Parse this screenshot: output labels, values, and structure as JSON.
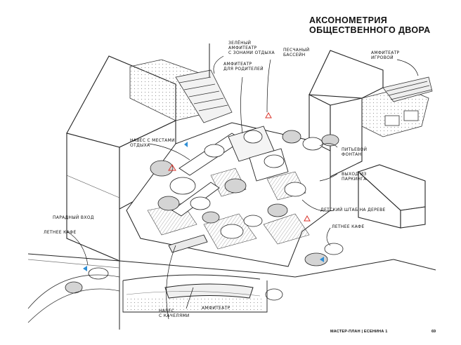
{
  "heading": {
    "line1": "АКСОНОМЕТРИЯ",
    "line2": "ОБЩЕСТВЕННОГО ДВОРА"
  },
  "labels": {
    "green_amph": [
      "ЗЕЛЁНЫЙ",
      "АМФИТЕАТР",
      "С ЗОНАМИ ОТДЫХА"
    ],
    "sand_pool": [
      "ПЕСЧАНЫЙ",
      "БАССЕЙН"
    ],
    "amph_parents": [
      "АМФИТЕАТР",
      "ДЛЯ РОДИТЕЛЕЙ"
    ],
    "amph_play": [
      "АМФИТЕАТР",
      "ИГРОВОЙ"
    ],
    "canopy_seats": [
      "НАВЕС С МЕСТАМИ",
      "ОТДЫХА"
    ],
    "fountain": [
      "ПИТЬЕВОЙ",
      "ФОНТАН"
    ],
    "parking_exit": [
      "ВЫХОД ИЗ",
      "ПАРКИНГА"
    ],
    "kids_hq": [
      "ДЕТСКИЙ ШТАБ НА ДЕРЕВЕ"
    ],
    "summer_cafe_right": [
      "ЛЕТНЕЕ КАФЕ"
    ],
    "front_entrance": [
      "ПАРАДНЫЙ ВХОД"
    ],
    "summer_cafe_left": [
      "ЛЕТНЕЕ КАФЕ"
    ],
    "canopy_swings": [
      "НАВЕС",
      "С КАЧЕЛЯМИ"
    ],
    "amphitheatre": [
      "АМФИТЕАТР"
    ]
  },
  "footer": {
    "title": "МАСТЕР-ПЛАН | ЕСЕНИНА 1",
    "page": "69"
  },
  "colors": {
    "ink": "#111111",
    "tree_shade": "#c9c9c9",
    "hatch": "#9a9a9a",
    "accent_red": "#d9342b",
    "accent_blue": "#2f8fd6"
  }
}
